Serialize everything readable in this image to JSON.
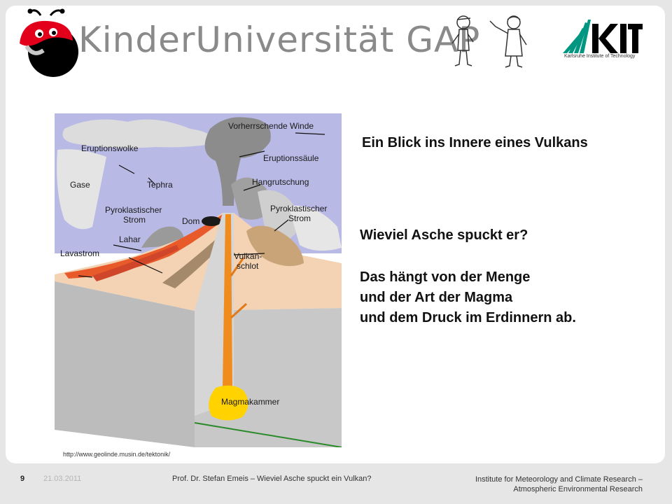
{
  "header": {
    "title": "KinderUniversität GAP",
    "kit_subtitle": "Karlsruhe Institute of Technology"
  },
  "diagram": {
    "labels": {
      "winds": "Vorherrschende Winde",
      "eruption_cloud": "Eruptionswolke",
      "eruption_column": "Eruptionssäule",
      "gases": "Gase",
      "tephra": "Tephra",
      "landslide": "Hangrutschung",
      "pyro_left_1": "Pyroklastischer",
      "pyro_left_2": "Strom",
      "pyro_right_1": "Pyroklastischer",
      "pyro_right_2": "Strom",
      "dome": "Dom",
      "lahar": "Lahar",
      "lava_flow": "Lavastrom",
      "vent_1": "Vulkan-",
      "vent_2": "schlot",
      "magma_chamber": "Magmakammer"
    },
    "source": "http://www.geolinde.musin.de/tektonik/"
  },
  "content": {
    "heading": "Ein Blick ins Innere eines Vulkans",
    "question": "Wieviel Asche spuckt er?",
    "answer_lines": [
      "Das hängt von der Menge",
      "und der Art der Magma",
      "und dem Druck im Erdinnern ab."
    ]
  },
  "footer": {
    "page_number": "9",
    "date": "21.03.2011",
    "author": "Prof. Dr. Stefan Emeis – Wieviel Asche spuckt ein Vulkan?",
    "institute_line1": "Institute for Meteorology and Climate Research –",
    "institute_line2": "Atmospheric Environmental Research"
  },
  "colors": {
    "kit_green": "#009682",
    "logo_red": "#e3001b",
    "magma": "#f08c1e",
    "sky": "#b9b9e6"
  }
}
